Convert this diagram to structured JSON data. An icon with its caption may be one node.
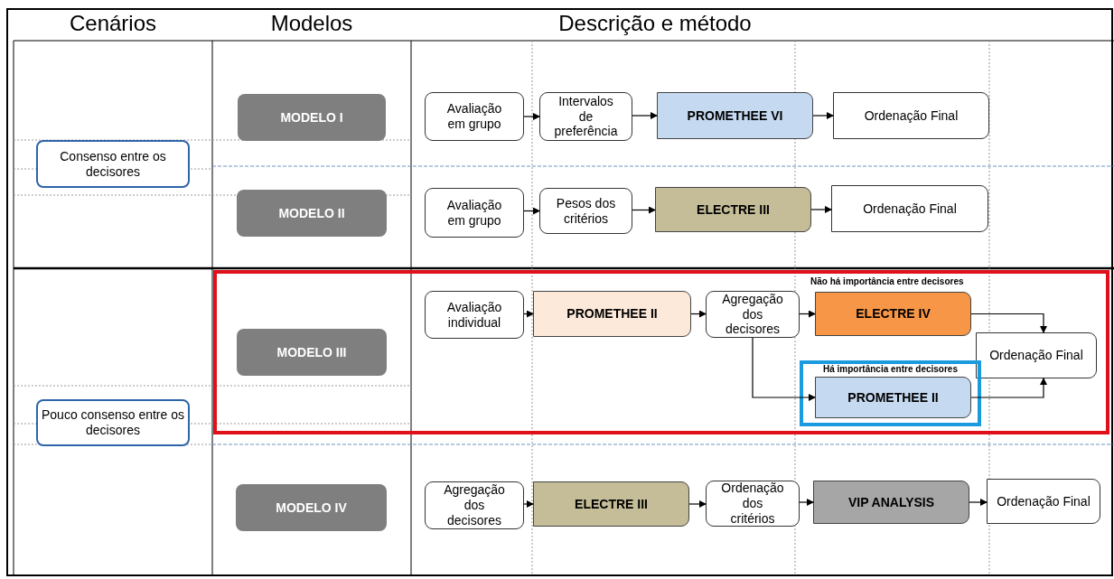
{
  "diagram": {
    "nodes": [
      {
        "text": [
          "Consenso entre os decisores"
        ]
      },
      {
        "text": [
          "Pouco consenso entre os decisores"
        ]
      },
      {
        "text": [
          "MODELO I"
        ]
      },
      {
        "text": [
          "MODELO II"
        ]
      },
      {
        "text": [
          "MODELO III"
        ]
      },
      {
        "text": [
          "MODELO IV"
        ]
      },
      {
        "text": [
          "Avaliação em grupo"
        ]
      },
      {
        "text": [
          "Intervalos de preferência"
        ]
      },
      {
        "text": [
          "PROMETHEE VI"
        ]
      },
      {
        "text": [
          "Ordenação Final"
        ]
      },
      {
        "text": [
          "Avaliação em grupo"
        ]
      },
      {
        "text": [
          "Pesos dos critérios"
        ]
      },
      {
        "text": [
          "ELECTRE III"
        ]
      },
      {
        "text": [
          "Ordenação Final"
        ]
      },
      {
        "text": [
          "Avaliação individual"
        ]
      },
      {
        "text": [
          "PROMETHEE II"
        ]
      },
      {
        "text": [
          "Agregação dos decisores"
        ]
      },
      {
        "text": [
          "ELECTRE IV"
        ],
        "beside": [
          "Não há importância entre decisores"
        ]
      },
      {
        "text": [
          "Ordenação Final"
        ]
      },
      {
        "text": [
          "Há importância entre decisores"
        ]
      },
      {
        "text": [
          "PROMETHEE II"
        ],
        "in": 19
      },
      {
        "text": [
          "Agregação dos decisores"
        ]
      },
      {
        "text": [
          "ELECTRE III"
        ]
      },
      {
        "text": [
          "Ordenação dos critérios"
        ]
      },
      {
        "text": [
          "VIP ANALYSIS"
        ]
      },
      {
        "text": [
          "Ordenação Final"
        ]
      }
    ],
    "edges": [
      {
        "from": 6,
        "to": 7,
        "arrow": "to"
      },
      {
        "from": 7,
        "to": 8,
        "arrow": "to"
      },
      {
        "from": 8,
        "to": 9,
        "arrow": "to"
      },
      {
        "from": 10,
        "to": 11,
        "arrow": "to"
      },
      {
        "from": 11,
        "to": 12,
        "arrow": "to"
      },
      {
        "from": 12,
        "to": 13,
        "arrow": "to"
      },
      {
        "from": 14,
        "to": 15,
        "arrow": "to"
      },
      {
        "from": 15,
        "to": 16,
        "arrow": "to"
      },
      {
        "from": 16,
        "to": 17,
        "arrow": "to"
      },
      {
        "from": 16,
        "to": 20,
        "arrow": "to"
      },
      {
        "from": 17,
        "to": 18,
        "arrow": "to"
      },
      {
        "from": 20,
        "to": 18,
        "arrow": "to"
      },
      {
        "from": 21,
        "to": 22,
        "arrow": "to"
      },
      {
        "from": 22,
        "to": 23,
        "arrow": "to"
      },
      {
        "from": 23,
        "to": 24,
        "arrow": "to"
      },
      {
        "from": 24,
        "to": 25,
        "arrow": "to"
      }
    ],
    "labels": [
      "Cenários",
      "Modelos",
      "Descrição e método"
    ]
  }
}
